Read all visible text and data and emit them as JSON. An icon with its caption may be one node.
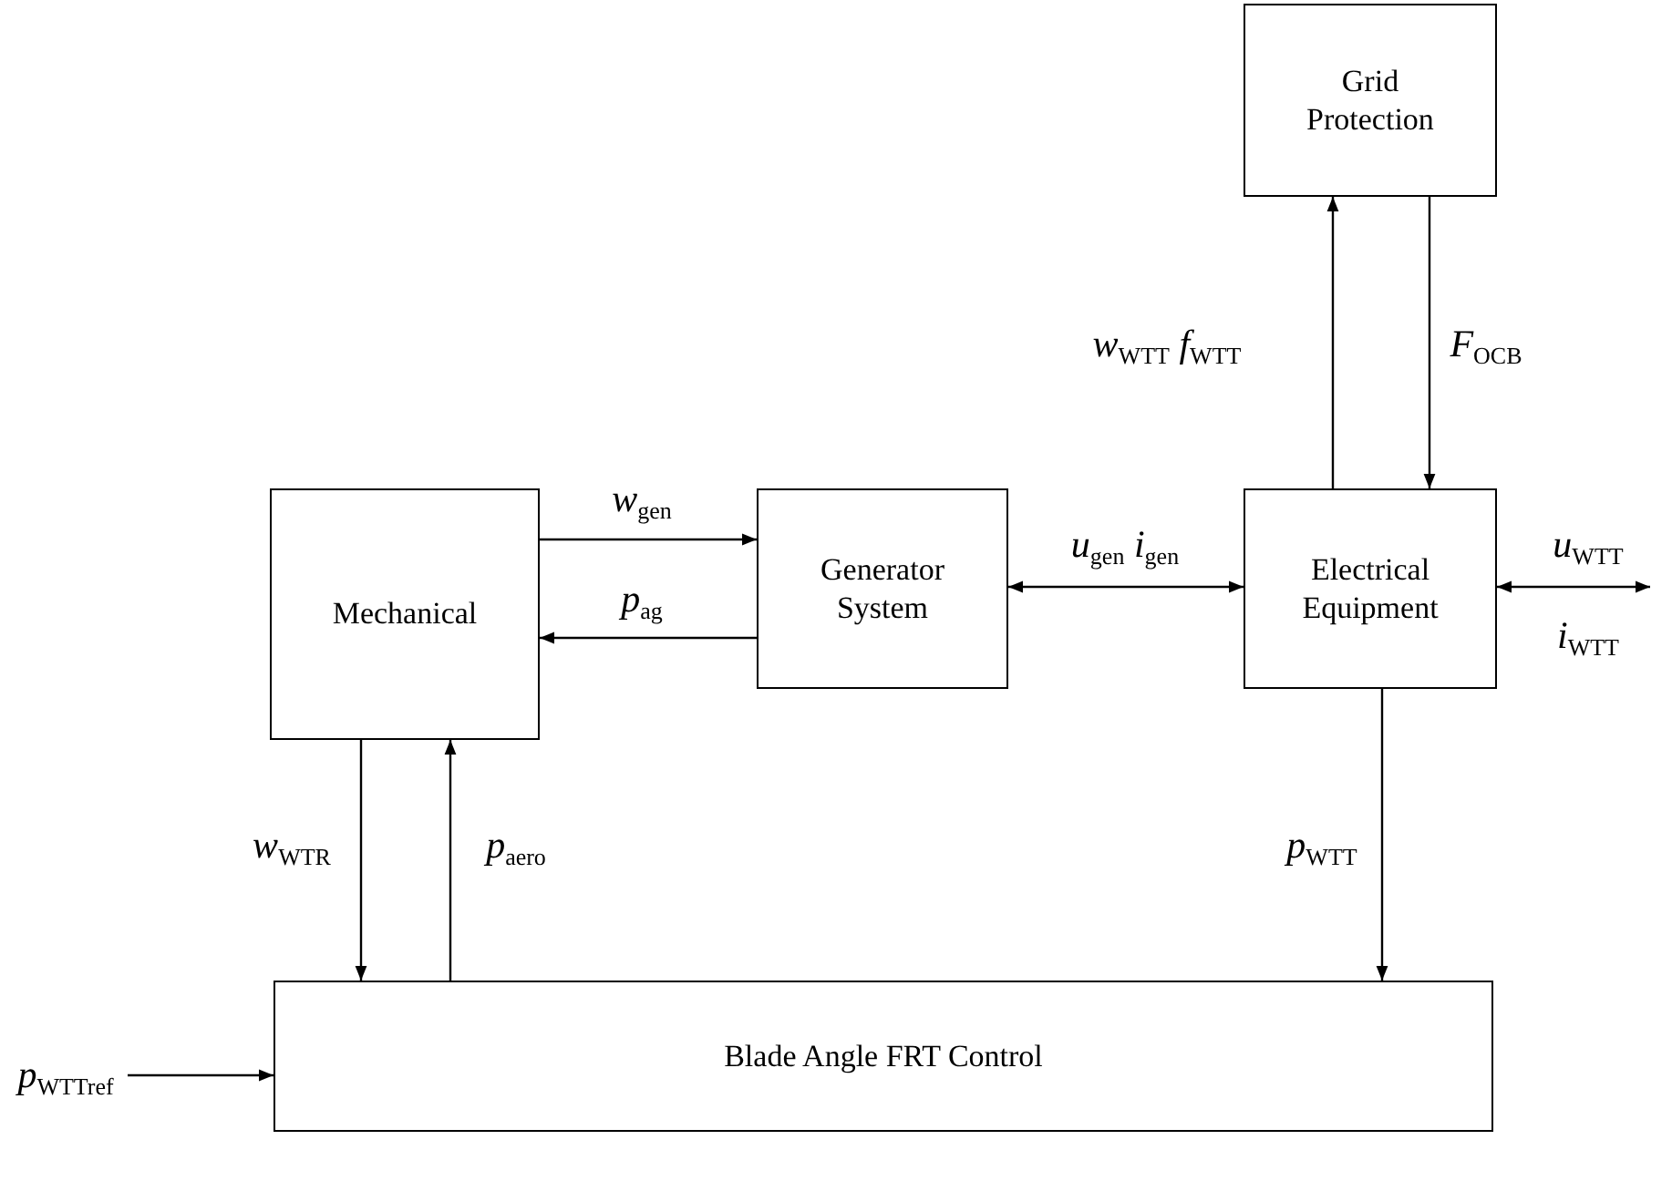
{
  "diagram": {
    "nodes": [
      {
        "text": [
          "Grid Protection"
        ]
      },
      {
        "text": [
          "Mechanical"
        ]
      },
      {
        "text": [
          "Generator System"
        ]
      },
      {
        "text": [
          "Electrical Equipment"
        ]
      },
      {
        "text": [
          "Blade Angle FRT Control"
        ]
      }
    ],
    "edges": [
      {
        "from": 1,
        "to": 2,
        "arrow": "to",
        "label": "*w*$_{gen}$"
      },
      {
        "from": 2,
        "to": 1,
        "arrow": "to",
        "label": "*p*$_{ag}$"
      },
      {
        "from": 2,
        "to": 3,
        "arrow": "both",
        "label": "*u*$_{gen}$ *i*$_{gen}$"
      },
      {
        "from": 3,
        "to": 0,
        "arrow": "to",
        "label": "*w*$_{WTT}$ *f*$_{WTT}$"
      },
      {
        "from": 0,
        "to": 3,
        "arrow": "to",
        "label": "*F*$_{OCB}$"
      },
      {
        "from": 3,
        "to": null,
        "arrow": "both"
      },
      {
        "from": 1,
        "to": 4,
        "arrow": "to",
        "label": "*w*$_{WTR}$"
      },
      {
        "from": 4,
        "to": 1,
        "arrow": "to",
        "label": "*p*$_{aero}$"
      },
      {
        "from": 3,
        "to": 4,
        "arrow": "to",
        "label": "*p*$_{WTT}$"
      },
      {
        "from": null,
        "to": 4,
        "arrow": "to",
        "label": "*p*$_{WTTref}$"
      }
    ],
    "labels": [
      "*u*$_{WTT}$",
      "*i*$_{WTT}$"
    ]
  }
}
